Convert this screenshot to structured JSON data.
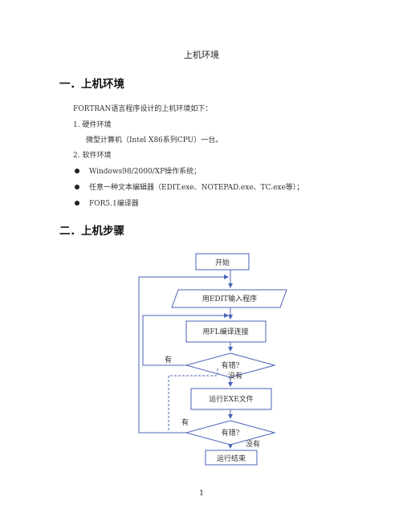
{
  "header": {
    "title": "上机环境"
  },
  "section1": {
    "heading": "一．上机环境",
    "intro": "FORTRAN语言程序设计的上机环境如下：",
    "item1_label": "1. 硬件环境",
    "item1_text": "微型计算机（Intel X86系列CPU）一台。",
    "item2_label": "2. 软件环境",
    "bullets": [
      "Windows98/2000/XP操作系统；",
      "任意一种文本编辑器（EDIT.exe、NOTEPAD.exe、TC.exe等）；",
      "FOR5.1编译器"
    ]
  },
  "section2": {
    "heading": "二．上机步骤"
  },
  "flowchart": {
    "start": "开始",
    "edit": "用EDIT输入程序",
    "compile": "用FL编译连接",
    "check1": "有错?",
    "yes1": "有",
    "no1": "没有",
    "run": "运行EXE文件",
    "check2": "有错?",
    "yes2": "有",
    "no2": "没有",
    "end": "运行结束"
  },
  "footer": {
    "page_number": "1"
  },
  "colors": {
    "flow_stroke": "#4a63b8",
    "flow_text": "#333333"
  }
}
